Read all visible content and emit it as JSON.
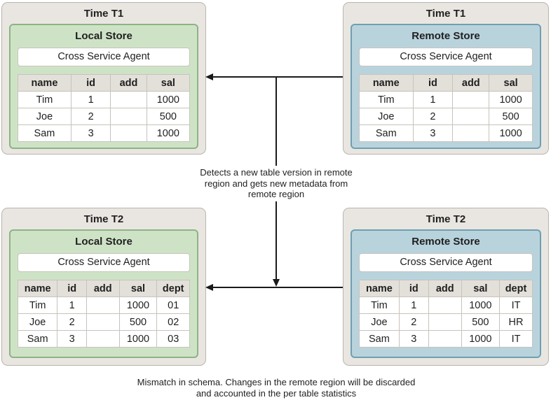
{
  "colors": {
    "page-bg": "#ffffff",
    "outer-bg": "#e9e6e1",
    "outer-border": "#b9b5ae",
    "green-bg": "#cee3c6",
    "green-border": "#8fb284",
    "blue-bg": "#b9d3dd",
    "blue-border": "#6f9fb0",
    "agent-bg": "#ffffff",
    "agent-border": "#c7c3bc",
    "table-header-bg": "#e3e0da",
    "table-border": "#c7c3bc",
    "text": "#1f1f1f",
    "arrow": "#1a1a1a"
  },
  "panels": [
    {
      "time_label": "Time T1",
      "store_label": "Local Store",
      "agent_label": "Cross Service Agent",
      "table": {
        "headers": [
          "name",
          "id",
          "add",
          "sal"
        ],
        "rows": [
          [
            "Tim",
            "1",
            "",
            "1000"
          ],
          [
            "Joe",
            "2",
            "",
            "500"
          ],
          [
            "Sam",
            "3",
            "",
            "1000"
          ]
        ]
      }
    },
    {
      "time_label": "Time T1",
      "store_label": "Remote Store",
      "agent_label": "Cross Service Agent",
      "table": {
        "headers": [
          "name",
          "id",
          "add",
          "sal"
        ],
        "rows": [
          [
            "Tim",
            "1",
            "",
            "1000"
          ],
          [
            "Joe",
            "2",
            "",
            "500"
          ],
          [
            "Sam",
            "3",
            "",
            "1000"
          ]
        ]
      }
    },
    {
      "time_label": "Time T2",
      "store_label": "Local Store",
      "agent_label": "Cross Service Agent",
      "table": {
        "headers": [
          "name",
          "id",
          "add",
          "sal",
          "dept"
        ],
        "rows": [
          [
            "Tim",
            "1",
            "",
            "1000",
            "01"
          ],
          [
            "Joe",
            "2",
            "",
            "500",
            "02"
          ],
          [
            "Sam",
            "3",
            "",
            "1000",
            "03"
          ]
        ]
      }
    },
    {
      "time_label": "Time T2",
      "store_label": "Remote Store",
      "agent_label": "Cross Service Agent",
      "table": {
        "headers": [
          "name",
          "id",
          "add",
          "sal",
          "dept"
        ],
        "rows": [
          [
            "Tim",
            "1",
            "",
            "1000",
            "IT"
          ],
          [
            "Joe",
            "2",
            "",
            "500",
            "HR"
          ],
          [
            "Sam",
            "3",
            "",
            "1000",
            "IT"
          ]
        ]
      }
    }
  ],
  "annotations": {
    "sync_note": "Detects a new table version in remote region and gets new metadata from remote region",
    "mismatch_note": "Mismatch in schema. Changes in the remote region will be discarded and accounted in the per table statistics"
  }
}
